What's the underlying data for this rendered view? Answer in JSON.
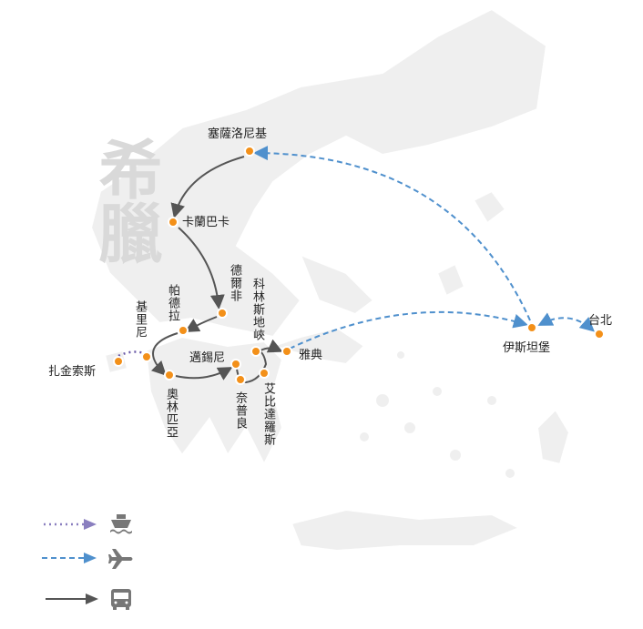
{
  "title_watermark": "希臘",
  "places": {
    "thessaloniki": "塞薩洛尼基",
    "kalambaka": "卡蘭巴卡",
    "delphi": "德爾非",
    "patras": "帕德拉",
    "kyllini": "基里尼",
    "zakynthos": "扎金索斯",
    "olympia": "奧林匹亞",
    "mycenae": "邁錫尼",
    "nafplio": "奈普良",
    "epidaurus": "艾比達羅斯",
    "corinth_canal": "科林斯地峽",
    "athens": "雅典",
    "istanbul": "伊斯坦堡",
    "taipei": "台北"
  },
  "legend": [
    {
      "mode": "ship",
      "icon": "ship-icon",
      "line": "dotted",
      "color": "#8a7fbf"
    },
    {
      "mode": "plane",
      "icon": "plane-icon",
      "line": "dashed",
      "color": "#4f90cd"
    },
    {
      "mode": "bus",
      "icon": "bus-icon",
      "line": "solid",
      "color": "#555555"
    }
  ],
  "colors": {
    "dot": "#f39019",
    "land": "#efefef",
    "route_bus": "#555555",
    "route_plane": "#4f90cd",
    "route_ship": "#6a5aa8"
  }
}
